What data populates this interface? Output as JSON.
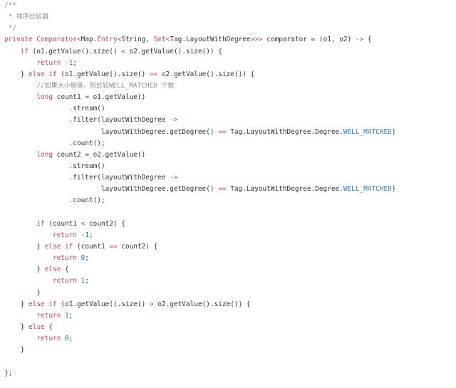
{
  "colors": {
    "background": "#ffffff",
    "plain": "#333333",
    "comment": "#8e8e8e",
    "keyword": "#c2416b",
    "constant": "#3a78b8",
    "number": "#2f6fa5"
  },
  "code": {
    "language": "java",
    "lines": [
      {
        "indent": "",
        "tokens": [
          {
            "t": "comment",
            "v": "/**"
          }
        ]
      },
      {
        "indent": " ",
        "tokens": [
          {
            "t": "comment",
            "v": "* "
          },
          {
            "t": "cjk",
            "v": "排序比较器"
          }
        ]
      },
      {
        "indent": " ",
        "tokens": [
          {
            "t": "comment",
            "v": "*/"
          }
        ]
      },
      {
        "indent": "",
        "tokens": [
          {
            "t": "keyword",
            "v": "private"
          },
          {
            "t": "plain",
            "v": " "
          },
          {
            "t": "type",
            "v": "Comparator"
          },
          {
            "t": "op",
            "v": "<"
          },
          {
            "t": "plain",
            "v": "Map."
          },
          {
            "t": "type",
            "v": "Entry"
          },
          {
            "t": "op",
            "v": "<"
          },
          {
            "t": "plain",
            "v": "String, "
          },
          {
            "t": "type",
            "v": "Set"
          },
          {
            "t": "op",
            "v": "<"
          },
          {
            "t": "plain",
            "v": "Tag.LayoutWithDegree"
          },
          {
            "t": "op",
            "v": ">>>"
          },
          {
            "t": "plain",
            "v": " comparator = (o1, o2) "
          },
          {
            "t": "op",
            "v": "->"
          },
          {
            "t": "plain",
            "v": " {"
          }
        ]
      },
      {
        "indent": "    ",
        "tokens": [
          {
            "t": "keyword",
            "v": "if"
          },
          {
            "t": "plain",
            "v": " (o1.getValue().size() "
          },
          {
            "t": "op",
            "v": "<"
          },
          {
            "t": "plain",
            "v": " o2.getValue().size()) {"
          }
        ]
      },
      {
        "indent": "        ",
        "tokens": [
          {
            "t": "keyword",
            "v": "return"
          },
          {
            "t": "plain",
            "v": " "
          },
          {
            "t": "op",
            "v": "-"
          },
          {
            "t": "number",
            "v": "1"
          },
          {
            "t": "plain",
            "v": ";"
          }
        ]
      },
      {
        "indent": "    ",
        "tokens": [
          {
            "t": "plain",
            "v": "} "
          },
          {
            "t": "keyword",
            "v": "else"
          },
          {
            "t": "plain",
            "v": " "
          },
          {
            "t": "keyword",
            "v": "if"
          },
          {
            "t": "plain",
            "v": " (o1.getValue().size() "
          },
          {
            "t": "op",
            "v": "=="
          },
          {
            "t": "plain",
            "v": " o2.getValue().size()) {"
          }
        ]
      },
      {
        "indent": "        ",
        "tokens": [
          {
            "t": "comment",
            "v": "//"
          },
          {
            "t": "cjk",
            "v": "如果大小相等，则比较"
          },
          {
            "t": "comment",
            "v": "WELL_MATCHED "
          },
          {
            "t": "cjk",
            "v": "个数"
          }
        ]
      },
      {
        "indent": "        ",
        "tokens": [
          {
            "t": "keyword",
            "v": "long"
          },
          {
            "t": "plain",
            "v": " count1 = o1.getValue()"
          }
        ]
      },
      {
        "indent": "                ",
        "tokens": [
          {
            "t": "plain",
            "v": ".stream()"
          }
        ]
      },
      {
        "indent": "                ",
        "tokens": [
          {
            "t": "plain",
            "v": ".filter(layoutWithDegree "
          },
          {
            "t": "op",
            "v": "->"
          }
        ]
      },
      {
        "indent": "                        ",
        "tokens": [
          {
            "t": "plain",
            "v": "layoutWithDegree.getDegree() "
          },
          {
            "t": "op",
            "v": "=="
          },
          {
            "t": "plain",
            "v": " Tag.LayoutWithDegree.Degree."
          },
          {
            "t": "const",
            "v": "WELL_MATCHED"
          },
          {
            "t": "plain",
            "v": ")"
          }
        ]
      },
      {
        "indent": "                ",
        "tokens": [
          {
            "t": "plain",
            "v": ".count();"
          }
        ]
      },
      {
        "indent": "        ",
        "tokens": [
          {
            "t": "keyword",
            "v": "long"
          },
          {
            "t": "plain",
            "v": " count2 = o2.getValue()"
          }
        ]
      },
      {
        "indent": "                ",
        "tokens": [
          {
            "t": "plain",
            "v": ".stream()"
          }
        ]
      },
      {
        "indent": "                ",
        "tokens": [
          {
            "t": "plain",
            "v": ".filter(layoutWithDegree "
          },
          {
            "t": "op",
            "v": "->"
          }
        ]
      },
      {
        "indent": "                        ",
        "tokens": [
          {
            "t": "plain",
            "v": "layoutWithDegree.getDegree() "
          },
          {
            "t": "op",
            "v": "=="
          },
          {
            "t": "plain",
            "v": " Tag.LayoutWithDegree.Degree."
          },
          {
            "t": "const",
            "v": "WELL_MATCHED"
          },
          {
            "t": "plain",
            "v": ")"
          }
        ]
      },
      {
        "indent": "                ",
        "tokens": [
          {
            "t": "plain",
            "v": ".count();"
          }
        ]
      },
      {
        "indent": "",
        "tokens": []
      },
      {
        "indent": "        ",
        "tokens": [
          {
            "t": "keyword",
            "v": "if"
          },
          {
            "t": "plain",
            "v": " (count1 "
          },
          {
            "t": "op",
            "v": "<"
          },
          {
            "t": "plain",
            "v": " count2) {"
          }
        ]
      },
      {
        "indent": "            ",
        "tokens": [
          {
            "t": "keyword",
            "v": "return"
          },
          {
            "t": "plain",
            "v": " "
          },
          {
            "t": "op",
            "v": "-"
          },
          {
            "t": "number",
            "v": "1"
          },
          {
            "t": "plain",
            "v": ";"
          }
        ]
      },
      {
        "indent": "        ",
        "tokens": [
          {
            "t": "plain",
            "v": "} "
          },
          {
            "t": "keyword",
            "v": "else"
          },
          {
            "t": "plain",
            "v": " "
          },
          {
            "t": "keyword",
            "v": "if"
          },
          {
            "t": "plain",
            "v": " (count1 "
          },
          {
            "t": "op",
            "v": "=="
          },
          {
            "t": "plain",
            "v": " count2) {"
          }
        ]
      },
      {
        "indent": "            ",
        "tokens": [
          {
            "t": "keyword",
            "v": "return"
          },
          {
            "t": "plain",
            "v": " "
          },
          {
            "t": "number",
            "v": "0"
          },
          {
            "t": "plain",
            "v": ";"
          }
        ]
      },
      {
        "indent": "        ",
        "tokens": [
          {
            "t": "plain",
            "v": "} "
          },
          {
            "t": "keyword",
            "v": "else"
          },
          {
            "t": "plain",
            "v": " {"
          }
        ]
      },
      {
        "indent": "            ",
        "tokens": [
          {
            "t": "keyword",
            "v": "return"
          },
          {
            "t": "plain",
            "v": " "
          },
          {
            "t": "number",
            "v": "1"
          },
          {
            "t": "plain",
            "v": ";"
          }
        ]
      },
      {
        "indent": "        ",
        "tokens": [
          {
            "t": "plain",
            "v": "}"
          }
        ]
      },
      {
        "indent": "    ",
        "tokens": [
          {
            "t": "plain",
            "v": "} "
          },
          {
            "t": "keyword",
            "v": "else"
          },
          {
            "t": "plain",
            "v": " "
          },
          {
            "t": "keyword",
            "v": "if"
          },
          {
            "t": "plain",
            "v": " (o1.getValue().size() "
          },
          {
            "t": "op",
            "v": ">"
          },
          {
            "t": "plain",
            "v": " o2.getValue().size()) {"
          }
        ]
      },
      {
        "indent": "        ",
        "tokens": [
          {
            "t": "keyword",
            "v": "return"
          },
          {
            "t": "plain",
            "v": " "
          },
          {
            "t": "number",
            "v": "1"
          },
          {
            "t": "plain",
            "v": ";"
          }
        ]
      },
      {
        "indent": "    ",
        "tokens": [
          {
            "t": "plain",
            "v": "} "
          },
          {
            "t": "keyword",
            "v": "else"
          },
          {
            "t": "plain",
            "v": " {"
          }
        ]
      },
      {
        "indent": "        ",
        "tokens": [
          {
            "t": "keyword",
            "v": "return"
          },
          {
            "t": "plain",
            "v": " "
          },
          {
            "t": "number",
            "v": "0"
          },
          {
            "t": "plain",
            "v": ";"
          }
        ]
      },
      {
        "indent": "    ",
        "tokens": [
          {
            "t": "plain",
            "v": "}"
          }
        ]
      },
      {
        "indent": "",
        "tokens": []
      },
      {
        "indent": "",
        "tokens": [
          {
            "t": "plain",
            "v": "};"
          }
        ]
      }
    ]
  }
}
